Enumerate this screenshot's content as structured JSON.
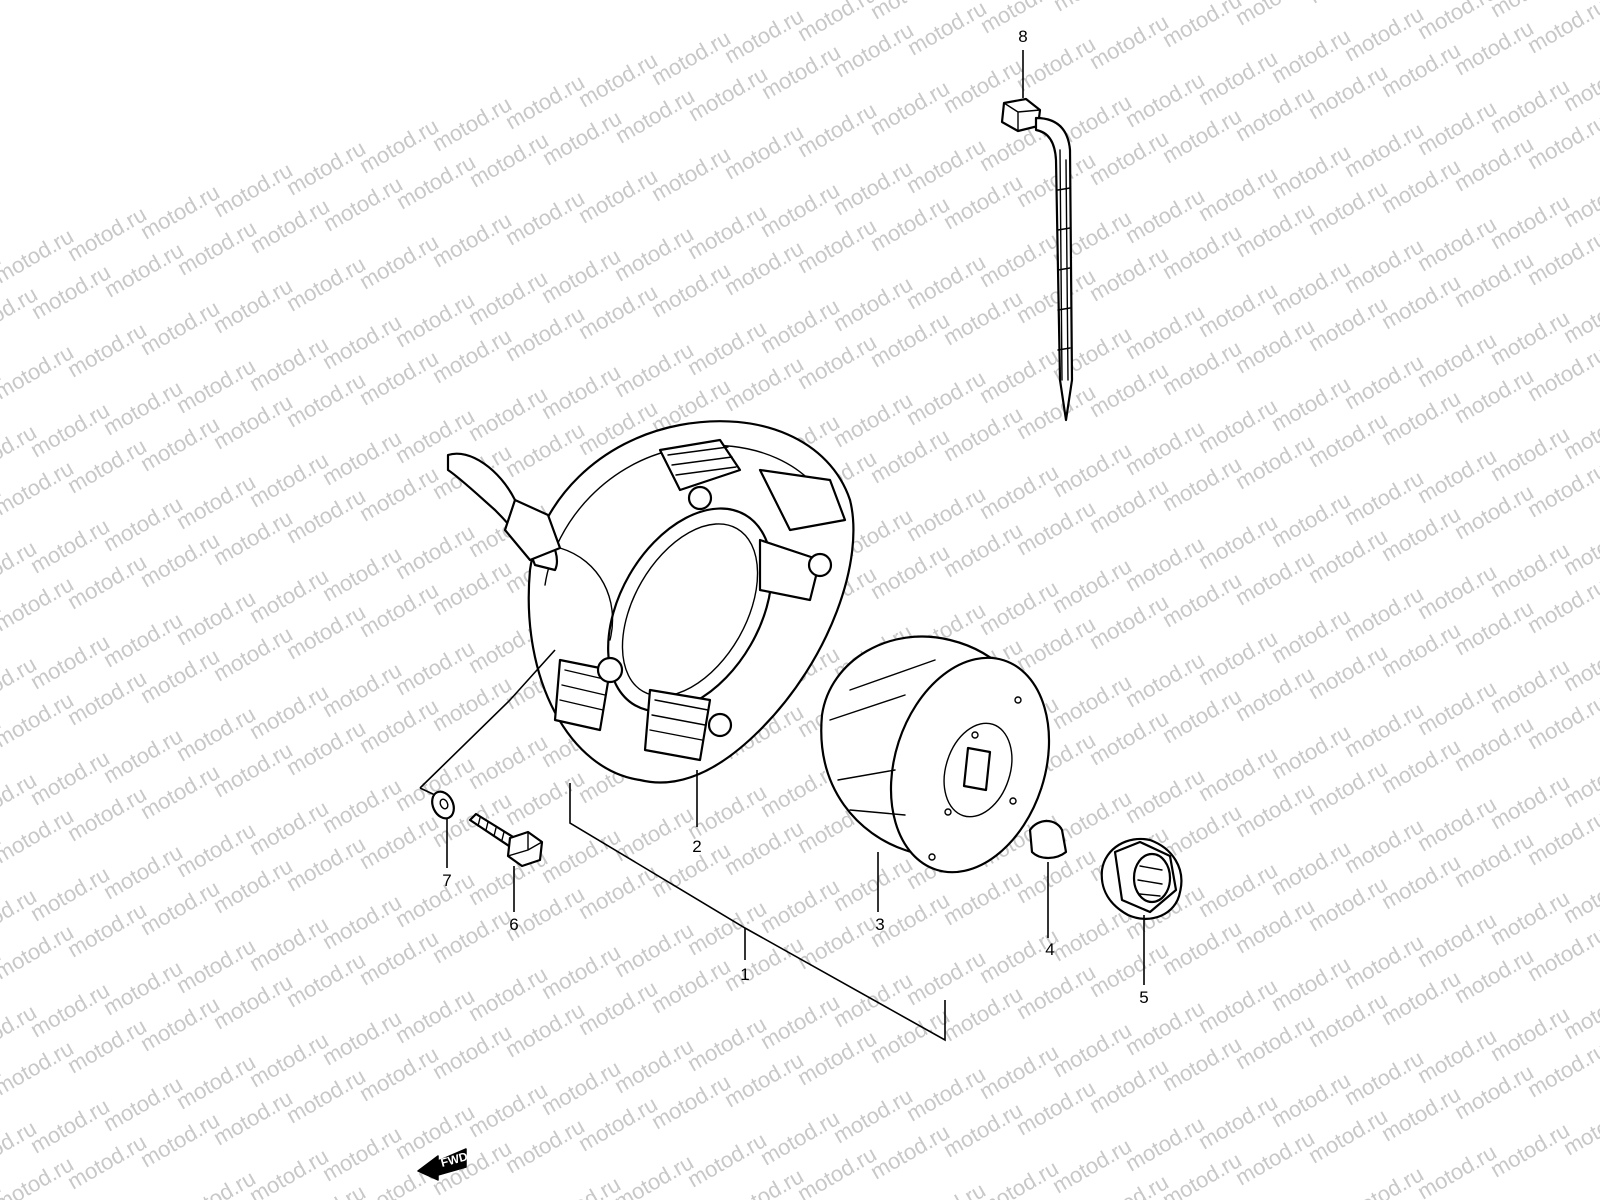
{
  "watermark": {
    "text": "motod.ru"
  },
  "callouts": [
    {
      "id": "1",
      "label": "1"
    },
    {
      "id": "2",
      "label": "2"
    },
    {
      "id": "3",
      "label": "3"
    },
    {
      "id": "4",
      "label": "4"
    },
    {
      "id": "5",
      "label": "5"
    },
    {
      "id": "6",
      "label": "6"
    },
    {
      "id": "7",
      "label": "7"
    },
    {
      "id": "8",
      "label": "8"
    }
  ],
  "direction_arrow": {
    "label": "FWD"
  }
}
